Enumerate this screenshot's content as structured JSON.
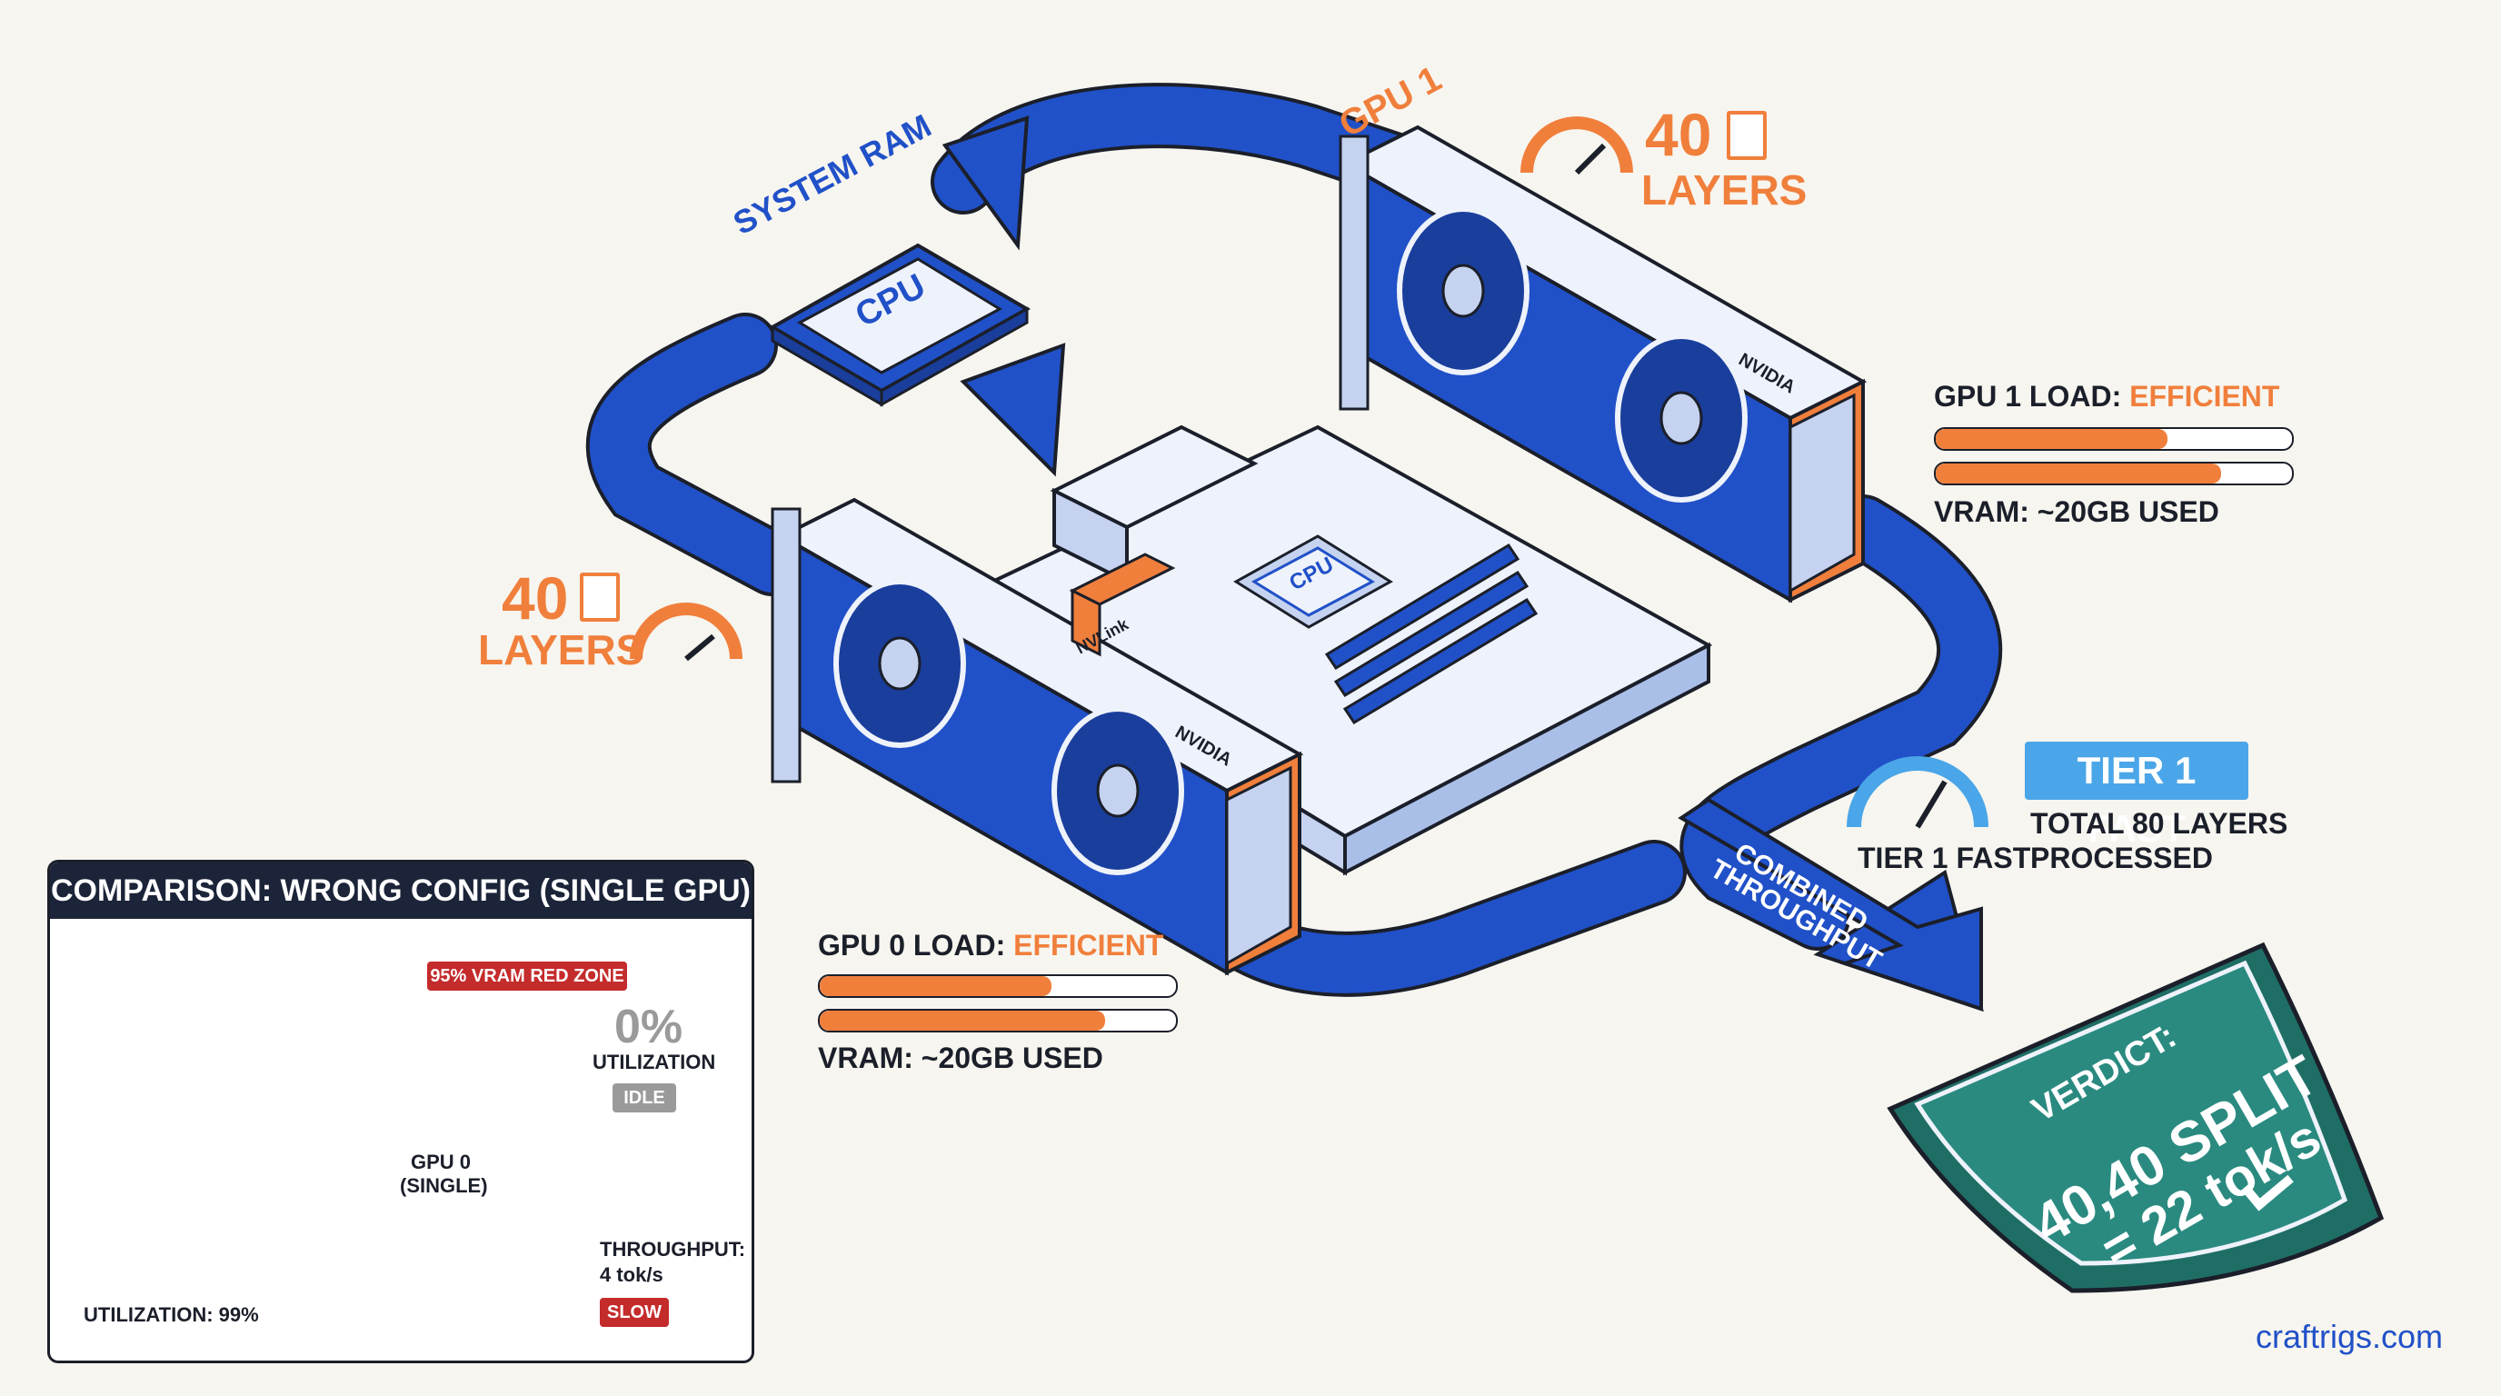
{
  "labels": {
    "system_ram": "SYSTEM RAM",
    "cpu_chip": "CPU",
    "motherboard_cpu": "CPU",
    "gpu1": "GPU 1",
    "gpu1_layers_count": "40",
    "gpu1_layers_word": "LAYERS",
    "gpu0_layers_count": "40",
    "gpu0_layers_word": "LAYERS",
    "nvlink": "NVLink",
    "nvidia_brand": "NVIDIA",
    "combined_throughput_line1": "COMBINED",
    "combined_throughput_line2": "THROUGHPUT",
    "watermark": "craftrigs.com"
  },
  "gpu1_stats": {
    "load_label": "GPU 1 LOAD:",
    "load_value": "EFFICIENT",
    "load_level": 0.65,
    "vram_level": 0.8,
    "vram_label": "VRAM: ~20GB USED"
  },
  "gpu0_stats": {
    "load_label": "GPU 0 LOAD:",
    "load_value": "EFFICIENT",
    "load_level": 0.65,
    "vram_level": 0.8,
    "vram_label": "VRAM: ~20GB USED"
  },
  "tier": {
    "badge": "TIER 1 FAST",
    "gauge_label": "TIER 1 FAST",
    "total_line1": "TOTAL 80 LAYERS",
    "total_line2": "PROCESSED"
  },
  "verdict": {
    "line1": "VERDICT:",
    "line2": "40,40 SPLIT",
    "line3": "= 22 tok/s"
  },
  "comparison": {
    "title": "COMPARISON: WRONG CONFIG (SINGLE GPU)",
    "red_zone": "95% VRAM RED ZONE",
    "idle_percent": "0%",
    "idle_label": "UTILIZATION",
    "idle_badge": "IDLE",
    "gpu_label_line1": "GPU 0",
    "gpu_label_line2": "(SINGLE)",
    "throughput_label": "THROUGHPUT:",
    "throughput_value": "4 tok/s",
    "slow_badge": "SLOW",
    "utilization": "UTILIZATION: 99%"
  },
  "colors": {
    "blue": "#2151c8",
    "orange": "#f07f3c",
    "teal": "#2a8a80",
    "red": "#c42b2b",
    "light_blue": "#4aa6e8",
    "dark": "#1b1f2a"
  }
}
